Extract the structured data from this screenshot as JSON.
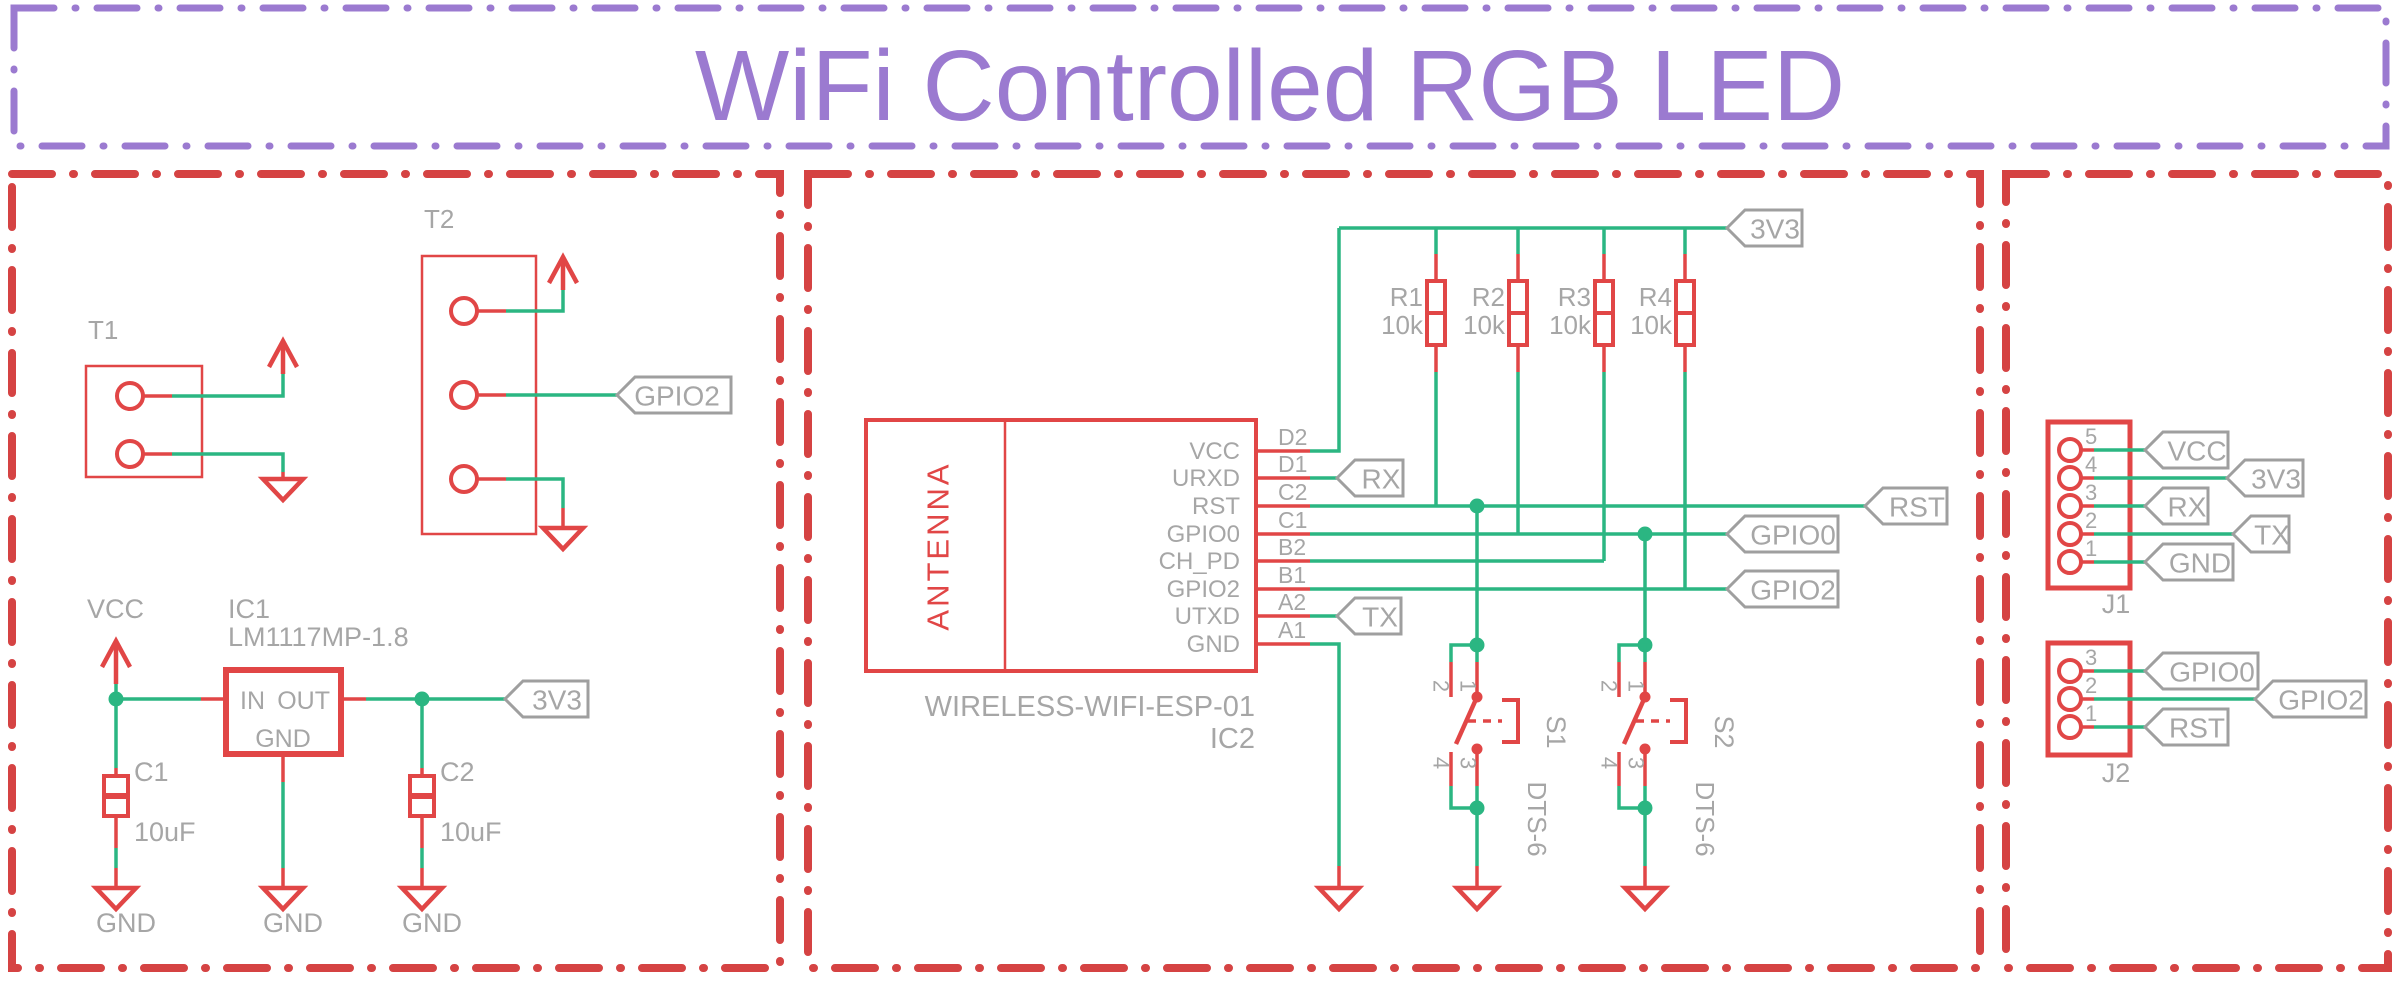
{
  "title": "WiFi Controlled RGB LED",
  "colors": {
    "component_red": "#e14646",
    "frame_red": "#d54343",
    "wire_green": "#2bb682",
    "label_gray": "#a6a6a6",
    "title_purple": "#9b7ad0"
  },
  "left_section": {
    "t1": {
      "ref": "T1"
    },
    "t2": {
      "ref": "T2",
      "pin2_net": "GPIO2"
    },
    "regulator": {
      "ref": "IC1",
      "part": "LM1117MP-1.8",
      "pin_in": "IN",
      "pin_out": "OUT",
      "pin_gnd": "GND",
      "input_rail": "VCC",
      "output_net": "3V3"
    },
    "c1": {
      "ref": "C1",
      "value": "10uF"
    },
    "c2": {
      "ref": "C2",
      "value": "10uF"
    },
    "gnd_label": "GND"
  },
  "middle_section": {
    "esp": {
      "ref": "IC2",
      "part": "WIRELESS-WIFI-ESP-01",
      "antenna": "ANTENNA",
      "pins": [
        {
          "name": "VCC",
          "pad": "D2"
        },
        {
          "name": "URXD",
          "pad": "D1"
        },
        {
          "name": "RST",
          "pad": "C2"
        },
        {
          "name": "GPIO0",
          "pad": "C1"
        },
        {
          "name": "CH_PD",
          "pad": "B2"
        },
        {
          "name": "GPIO2",
          "pad": "B1"
        },
        {
          "name": "UTXD",
          "pad": "A2"
        },
        {
          "name": "GND",
          "pad": "A1"
        }
      ]
    },
    "resistors": [
      {
        "ref": "R1",
        "value": "10k"
      },
      {
        "ref": "R2",
        "value": "10k"
      },
      {
        "ref": "R3",
        "value": "10k"
      },
      {
        "ref": "R4",
        "value": "10k"
      }
    ],
    "switches": [
      {
        "ref": "S1",
        "part": "DTS-6",
        "pin_tl": "2",
        "pin_tr": "1",
        "pin_bl": "4",
        "pin_br": "3"
      },
      {
        "ref": "S2",
        "part": "DTS-6",
        "pin_tl": "2",
        "pin_tr": "1",
        "pin_bl": "4",
        "pin_br": "3"
      }
    ],
    "nets": {
      "v33": "3V3",
      "rx": "RX",
      "tx": "TX",
      "rst": "RST",
      "gpio0": "GPIO0",
      "gpio2": "GPIO2"
    }
  },
  "right_section": {
    "j1": {
      "ref": "J1",
      "pins": [
        {
          "num": "5",
          "net": "VCC"
        },
        {
          "num": "4",
          "net": "3V3"
        },
        {
          "num": "3",
          "net": "RX"
        },
        {
          "num": "2",
          "net": "TX"
        },
        {
          "num": "1",
          "net": "GND"
        }
      ]
    },
    "j2": {
      "ref": "J2",
      "pins": [
        {
          "num": "3",
          "net": "GPIO0"
        },
        {
          "num": "2",
          "net": "GPIO2"
        },
        {
          "num": "1",
          "net": "RST"
        }
      ]
    }
  }
}
